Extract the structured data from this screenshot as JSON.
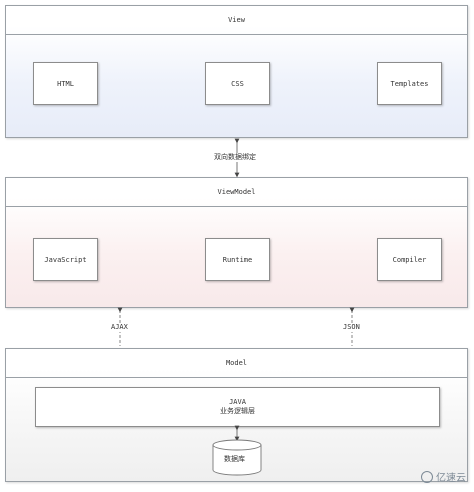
{
  "view": {
    "title": "View",
    "boxes": [
      "HTML",
      "CSS",
      "Templates"
    ]
  },
  "binding_label": "双向数据绑定",
  "viewmodel": {
    "title": "ViewModel",
    "boxes": [
      "JavaScript",
      "Runtime",
      "Compiler"
    ]
  },
  "links": {
    "left": "AJAX",
    "right": "JSON"
  },
  "model": {
    "title": "Model",
    "service_line1": "JAVA",
    "service_line2": "业务逻辑层",
    "database": "数据库"
  },
  "watermark": "亿速云",
  "colors": {
    "view_fill": "#e7ecf8",
    "viewmodel_fill": "#f8e9ea",
    "model_fill": "#efefef",
    "border": "#9aa0a6"
  }
}
